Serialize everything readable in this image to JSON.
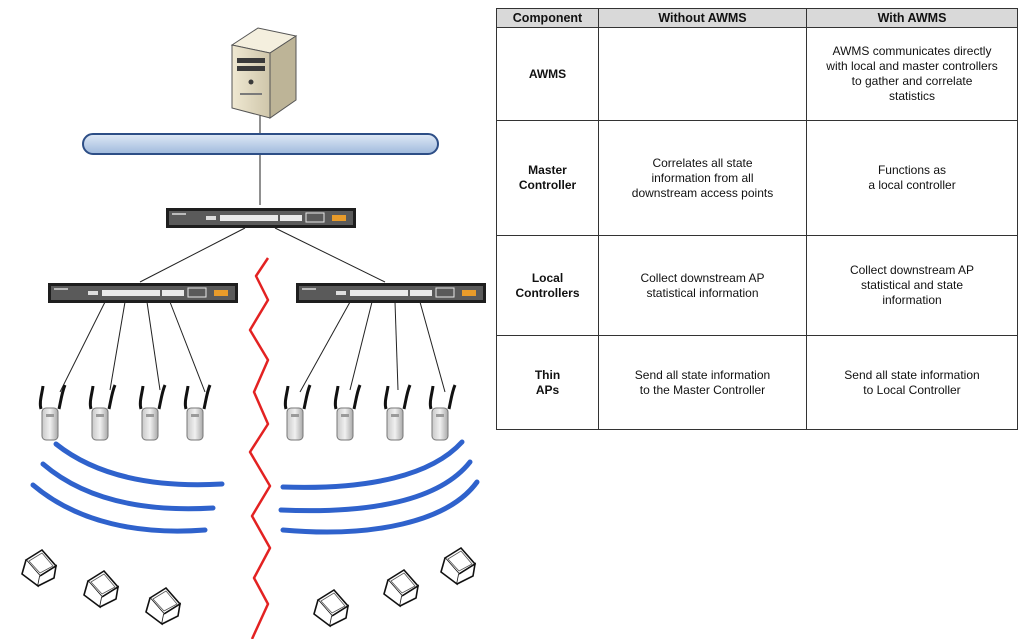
{
  "table": {
    "headers": [
      "Component",
      "Without AWMS",
      "With AWMS"
    ],
    "rows": [
      {
        "component": "AWMS",
        "without": "",
        "with": "AWMS communicates directly\nwith local and master controllers\nto gather and correlate\nstatistics"
      },
      {
        "component": "Master\nController",
        "without": "Correlates all state\ninformation from all\ndownstream access points",
        "with": "Functions as\na local controller"
      },
      {
        "component": "Local\nControllers",
        "without": "Collect downstream AP\nstatistical information",
        "with": "Collect downstream AP\nstatistical and state\ninformation"
      },
      {
        "component": "Thin\nAPs",
        "without": "Send all state information\nto the Master Controller",
        "with": "Send all state information\nto Local Controller"
      }
    ]
  },
  "diagram_icons": {
    "server": "server-icon",
    "network_bus": "network-bus",
    "controller": "controller-icon",
    "access_point": "access-point-icon",
    "wireless_signal": "wireless-signal-icon",
    "laptop": "laptop-icon",
    "link_break": "link-break-zigzag"
  },
  "colors": {
    "bus_fill": "#bcd1ea",
    "bus_stroke": "#2d4e86",
    "signal": "#2f62cc",
    "break_line": "#e32222",
    "controller_body": "#1e1e1e",
    "controller_accent": "#e89b2a",
    "table_header_bg": "#d9d9d9"
  }
}
